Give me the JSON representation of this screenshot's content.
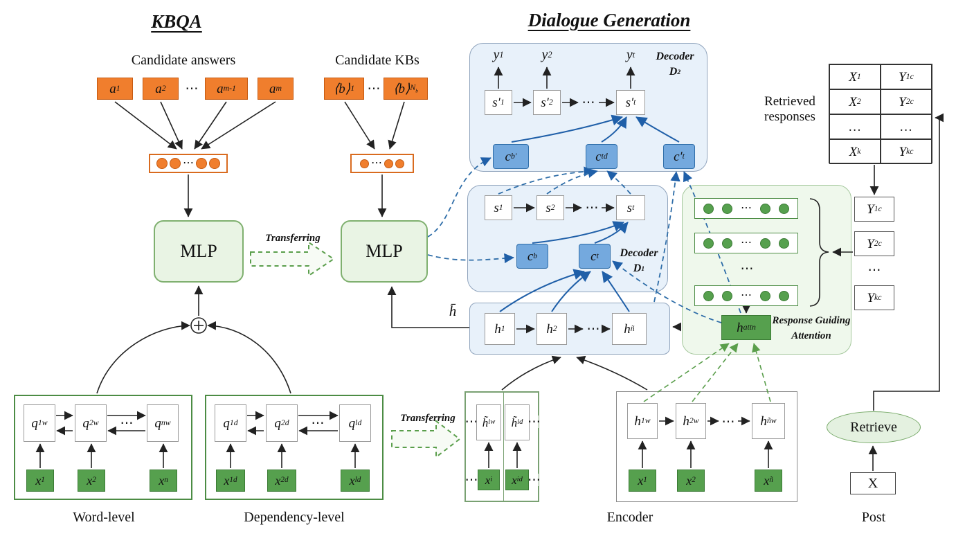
{
  "misc": {
    "cdots": "⋯",
    "ellipsis": "…"
  },
  "titles": {
    "kbqa": "KBQA",
    "dialogue": "Dialogue Generation"
  },
  "kbqa": {
    "candidate_answers_label": "Candidate answers",
    "answers": [
      "a<sub>1</sub>",
      "a<sub>2</sub>",
      "a<sub>m-1</sub>",
      "a<sub>m</sub>"
    ],
    "candidate_kbs_label": "Candidate KBs",
    "kbs": [
      "⟨b⟩<sub>1</sub>",
      "⟨b⟩<sub>N<sub>b</sub></sub>"
    ],
    "mlp_left": "MLP",
    "mlp_right": "MLP",
    "transfer_mlp": "Transferring",
    "transfer_encoder": "Transferring",
    "word": {
      "label": "Word-level",
      "cells": [
        "q<sub>1</sub><sup>w</sup>",
        "q<sub>2</sub><sup>w</sup>",
        "q<sub>n</sub><sup>w</sup>"
      ],
      "inputs": [
        "x<sub>1</sub>",
        "x<sub>2</sub>",
        "x<sub>n</sub>"
      ]
    },
    "dep": {
      "label": "Dependency-level",
      "cells": [
        "q<sub>1</sub><sup>d</sup>",
        "q<sub>2</sub><sup>d</sup>",
        "q<sub>l</sub><sup>d</sup>"
      ],
      "inputs": [
        "x<sub>1</sub><sup>d</sup>",
        "x<sub>2</sub><sup>d</sup>",
        "x<sub>l</sub><sup>d</sup>"
      ]
    }
  },
  "dialogue": {
    "decoder2": {
      "label": "Decoder",
      "name": "<i>D</i><sub>2</sub>",
      "outputs": [
        "y<sub>1</sub>",
        "y<sub>2</sub>",
        "y<sub>t</sub>"
      ],
      "states": [
        "s′<sub>1</sub>",
        "s′<sub>2</sub>",
        "s′<sub>t</sub>"
      ],
      "contexts": [
        "c<sup>b′</sup>",
        "c<sub>t</sub><sup>d</sup>",
        "c′<sub>t</sub>"
      ]
    },
    "decoder1": {
      "label": "Decoder",
      "name": "<i>D</i><sub>1</sub>",
      "states": [
        "s<sub>1</sub>",
        "s<sub>2</sub>",
        "s<sub>t</sub>"
      ],
      "contexts": [
        "c<sup>b</sup>",
        "c<sub>t</sub>"
      ]
    },
    "hbar": "h̄",
    "hidden": [
      "h<sub>1</sub>",
      "h<sub>2</sub>",
      "h<sub>ñ</sub>"
    ],
    "encoder": {
      "label": "Encoder",
      "left_cells": [
        "h̃<sub>i</sub><sup>w</sup>",
        "h̃<sub>i</sub><sup>d</sup>"
      ],
      "left_inputs": [
        "x<sub>i</sub>",
        "x<sub>i</sub><sup>d</sup>"
      ],
      "right_cells": [
        "h<sub>1</sub><sup>w</sup>",
        "h<sub>2</sub><sup>w</sup>",
        "h<sub>ñ</sub><sup>w</sup>"
      ],
      "right_inputs": [
        "x<sub>1</sub>",
        "x<sub>2</sub>",
        "x<sub>ñ</sub>"
      ]
    }
  },
  "retrieval": {
    "label_line1": "Retrieved",
    "label_line2": "responses",
    "table": {
      "rows": [
        [
          "X<sub>1</sub>",
          "Y<sub>1</sub><sup>c</sup>"
        ],
        [
          "X<sub>2</sub>",
          "Y<sub>2</sub><sup>c</sup>"
        ],
        [
          "…",
          "…"
        ],
        [
          "X<sub>k</sub>",
          "Y<sub>k</sub><sup>c</sup>"
        ]
      ]
    },
    "rga": {
      "label_line1": "Response Guiding",
      "label_line2": "Attention",
      "ys": [
        "Y<sub>1</sub><sup>c</sup>",
        "Y<sub>2</sub><sup>c</sup>",
        "Y<sub>k</sub><sup>c</sup>"
      ],
      "h_attn": "h<sub>attn</sub>"
    },
    "retrieve_label": "Retrieve",
    "post_value": "X",
    "post_label": "Post"
  },
  "colors": {
    "orange": "#F07E2D",
    "orange_border": "#C55A11",
    "green": "#56A04E",
    "green_border": "#3A7A34",
    "mlp_fill": "#E9F4E4",
    "mlp_border": "#7FB06F",
    "decoder_fill": "#E8F1FA",
    "decoder_border": "#8FA3BC",
    "context_blue": "#74A9DE",
    "arrow_blue": "#1F5FA8",
    "rga_fill": "#EFF8EC",
    "transfer_green": "#5A9E4B"
  }
}
